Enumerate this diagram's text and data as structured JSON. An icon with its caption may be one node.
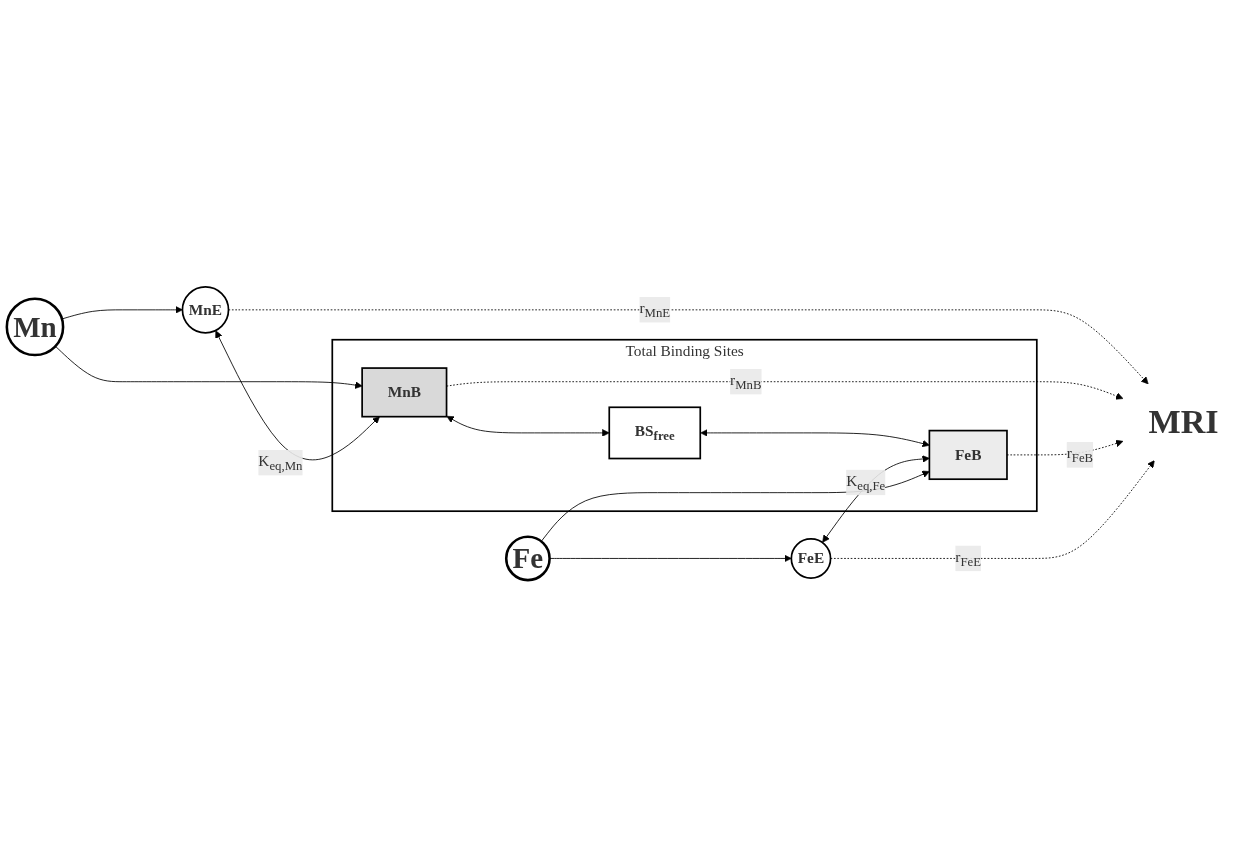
{
  "diagram": {
    "nodes": [
      {
        "text": [
          "Mn"
        ]
      },
      {
        "text": [
          "MnE"
        ]
      },
      {
        "text": [
          "Total Binding Sites"
        ]
      },
      {
        "text": [
          "MnB"
        ],
        "in": 2
      },
      {
        "text": [
          "BS$_{free}$"
        ],
        "in": 2
      },
      {
        "text": [
          "FeB"
        ],
        "in": 2
      },
      {
        "text": [
          "Fe"
        ]
      },
      {
        "text": [
          "FeE"
        ]
      },
      {
        "text": [
          "MRI"
        ]
      }
    ],
    "edges": [
      {
        "from": 0,
        "to": 1,
        "arrow": "to"
      },
      {
        "from": 0,
        "to": 3,
        "arrow": "to"
      },
      {
        "from": 1,
        "to": 3,
        "arrow": "both",
        "label": "K$_{eq,Mn}$"
      },
      {
        "from": 3,
        "to": 4,
        "arrow": "both"
      },
      {
        "from": 4,
        "to": 5,
        "arrow": "both"
      },
      {
        "from": 7,
        "to": 5,
        "arrow": "both",
        "label": "K$_{eq,Fe}$"
      },
      {
        "from": 6,
        "to": 5,
        "arrow": "to"
      },
      {
        "from": 6,
        "to": 7,
        "arrow": "to"
      },
      {
        "from": 1,
        "to": 8,
        "arrow": "to",
        "style": "dashed",
        "label": "r$_{MnE}$"
      },
      {
        "from": 3,
        "to": 8,
        "arrow": "to",
        "style": "dashed",
        "label": "r$_{MnB}$"
      },
      {
        "from": 5,
        "to": 8,
        "arrow": "to",
        "style": "dashed",
        "label": "r$_{FeB}$"
      },
      {
        "from": 7,
        "to": 8,
        "arrow": "to",
        "style": "dashed",
        "label": "r$_{FeE}$"
      }
    ]
  }
}
